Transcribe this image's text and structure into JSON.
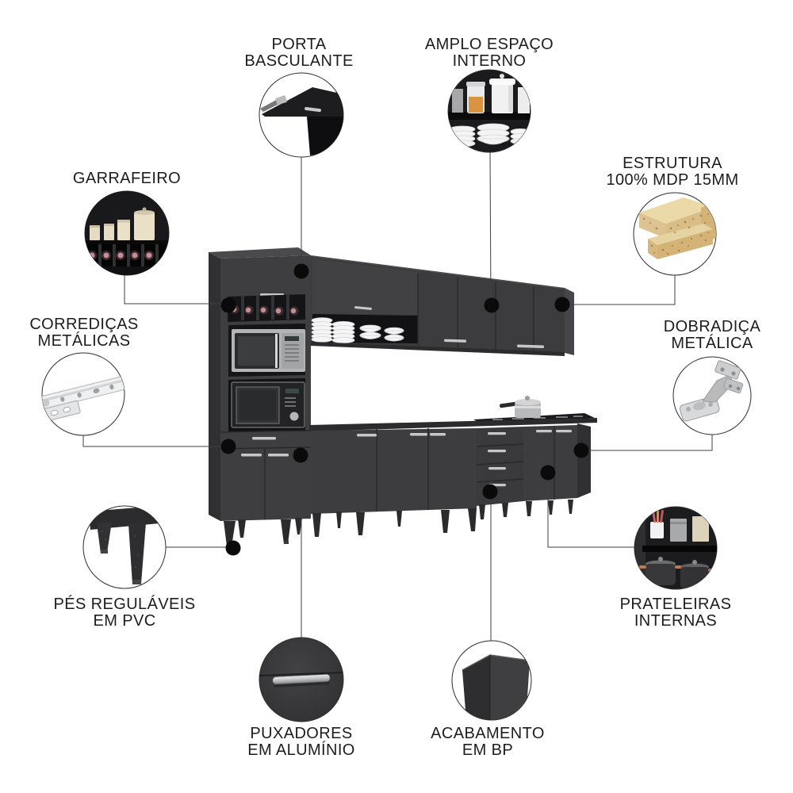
{
  "product": {
    "kind": "modular kitchen cabinet set",
    "finish": "black"
  },
  "colors": {
    "background": "#ffffff",
    "cabinet_face": "#3e3e40",
    "cabinet_side": "#2f2f31",
    "cabinet_opening": "#151517",
    "silver_handle": "#c6c7c9",
    "connector_dot": "#0a0a0a",
    "label_text": "#1d1d1d",
    "mdp_wood": "#e3cd9d",
    "bottle_cap": "#c78d96",
    "copper_handle": "#c07a4e"
  },
  "callouts": [
    {
      "id": "porta-basculante",
      "line1": "PORTA",
      "line2": "BASCULANTE"
    },
    {
      "id": "amplo-espaco",
      "line1": "AMPLO ESPAÇO",
      "line2": "INTERNO"
    },
    {
      "id": "garrafeiro",
      "line1": "GARRAFEIRO",
      "line2": ""
    },
    {
      "id": "estrutura-mdp",
      "line1": "ESTRUTURA",
      "line2": "100% MDP 15MM"
    },
    {
      "id": "corredicas",
      "line1": "CORREDIÇAS",
      "line2": "METÁLICAS"
    },
    {
      "id": "dobradica",
      "line1": "DOBRADIÇA",
      "line2": "METÁLICA"
    },
    {
      "id": "pes-regulaveis",
      "line1": "PÉS REGULÁVEIS",
      "line2": "EM PVC"
    },
    {
      "id": "prateleiras",
      "line1": "PRATELEIRAS",
      "line2": "INTERNAS"
    },
    {
      "id": "puxadores",
      "line1": "PUXADORES",
      "line2": "EM ALUMÍNIO"
    },
    {
      "id": "acabamento",
      "line1": "ACABAMENTO",
      "line2": "EM BP"
    }
  ]
}
